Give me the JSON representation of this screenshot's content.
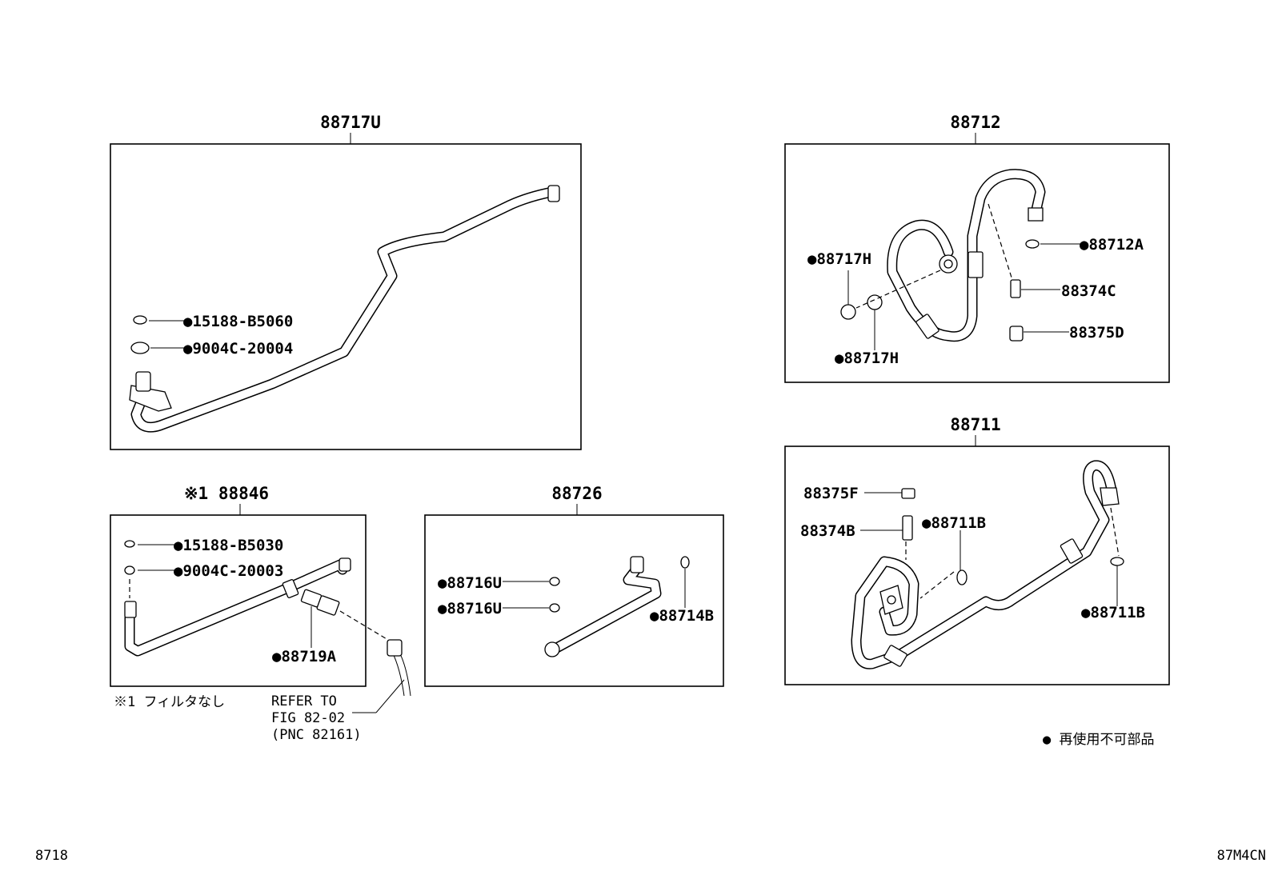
{
  "groups": {
    "g88717u": {
      "header": "88717U",
      "labels": [
        "●15188-B5060",
        "●9004C-20004"
      ]
    },
    "g88712": {
      "header": "88712",
      "labels": [
        "●88712A",
        "●88717H",
        "88374C",
        "88375D",
        "●88717H"
      ]
    },
    "g88711": {
      "header": "88711",
      "labels": [
        "88375F",
        "88374B",
        "●88711B",
        "●88711B"
      ]
    },
    "g88846": {
      "header": "※1 88846",
      "labels": [
        "●15188-B5030",
        "●9004C-20003",
        "●88719A"
      ]
    },
    "g88726": {
      "header": "88726",
      "labels": [
        "●88716U",
        "●88716U",
        "●88714B"
      ]
    }
  },
  "notes": {
    "filter": "※1 フィルタなし",
    "refer": [
      "REFER TO",
      "FIG 82-02",
      "(PNC 82161)"
    ],
    "legend": "● 再使用不可部品"
  },
  "footer": {
    "left": "8718",
    "right": "87M4CN"
  }
}
